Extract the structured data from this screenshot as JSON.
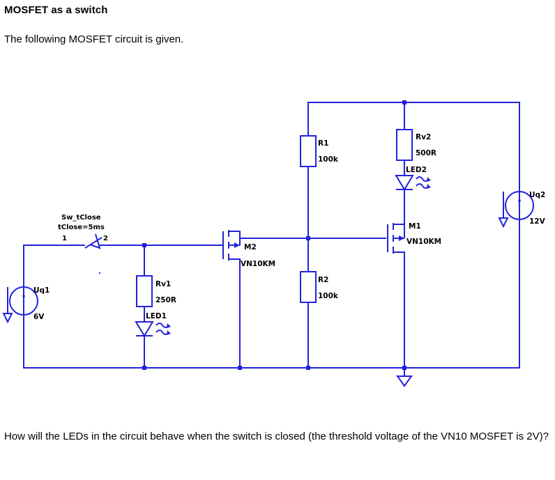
{
  "page": {
    "title": "MOSFET as a switch",
    "intro": "The following MOSFET circuit is given.",
    "question": "How will the LEDs in the circuit behave when the switch is closed (the threshold voltage of the VN10 MOSFET is 2V)?"
  },
  "colors": {
    "wire": "#2222dd",
    "text": "#000000",
    "background": "#ffffff"
  },
  "schematic": {
    "type": "circuit-diagram",
    "sources": [
      {
        "name": "Uq1",
        "value": "6V",
        "symbol": "voltage-source"
      },
      {
        "name": "Uq2",
        "value": "12V",
        "symbol": "voltage-source"
      }
    ],
    "switch": {
      "name": "Sw_tClose",
      "param": "tClose=5ms",
      "terminal_1": "1",
      "terminal_2": "2"
    },
    "resistors": [
      {
        "name": "Rv1",
        "value": "250R"
      },
      {
        "name": "R1",
        "value": "100k"
      },
      {
        "name": "R2",
        "value": "100k"
      },
      {
        "name": "Rv2",
        "value": "500R"
      }
    ],
    "leds": [
      {
        "name": "LED1"
      },
      {
        "name": "LED2"
      }
    ],
    "mosfets": [
      {
        "name": "M2",
        "type": "VN10KM"
      },
      {
        "name": "M1",
        "type": "VN10KM"
      }
    ],
    "ground": {
      "symbol": "ground-triangle"
    }
  }
}
